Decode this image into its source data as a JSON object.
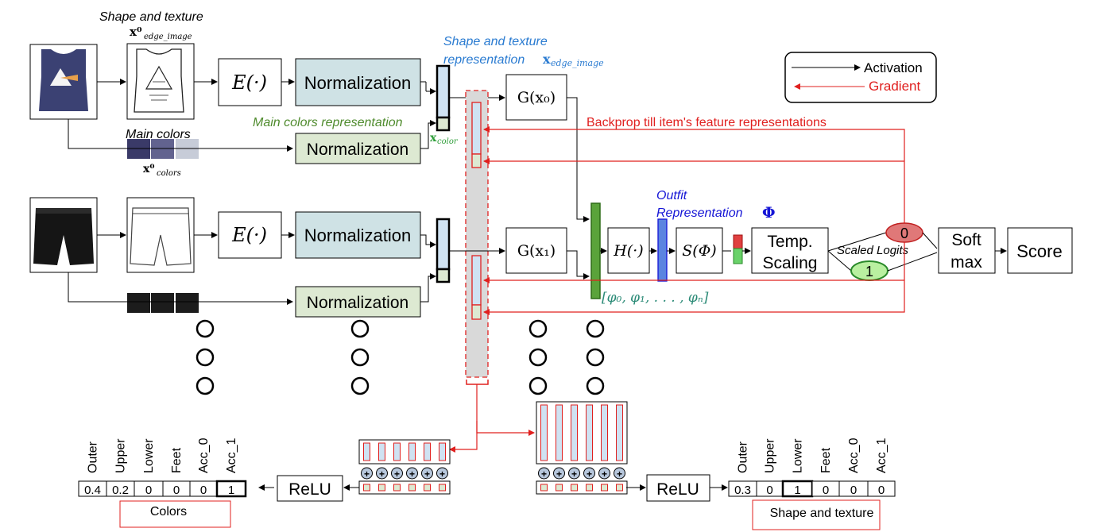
{
  "legend": {
    "activation": "Activation",
    "gradient": "Gradient"
  },
  "top_item": {
    "shape_texture_caption": "Shape and texture",
    "edge_image_symbol": "x⁰",
    "edge_image_subscript": "edge_image",
    "encoder": "E(·)",
    "normalization": "Normalization",
    "main_colors_caption": "Main colors",
    "colors_symbol": "x⁰",
    "colors_subscript": "colors",
    "color_swatches": [
      "#3a3a68",
      "#62638f",
      "#c7ccd8"
    ],
    "main_colors_representation": "Main colors  representation",
    "color_rep_symbol": "x",
    "color_rep_subscript": "color",
    "generator": "G(x₀)"
  },
  "shape_texture_rep": {
    "line1": "Shape and texture",
    "line2_text": "representation",
    "symbol": "x",
    "subscript": "edge_image"
  },
  "bottom_item": {
    "encoder": "E(·)",
    "normalization": "Normalization",
    "color_swatches": [
      "#1c1c1c",
      "#1c1c1c",
      "#1c1c1c"
    ],
    "generator": "G(x₁)"
  },
  "outfit": {
    "caption_line1": "Outfit",
    "caption_line2": "Representation",
    "symbol": "Φ",
    "phi_list": "[φ₀, φ₁, . . . , φₙ]",
    "h_block": "H(·)",
    "s_block": "S(Φ)",
    "temp_scaling": [
      "Temp.",
      "Scaling"
    ],
    "scaled_logits": "Scaled Logits",
    "logit_0": "0",
    "logit_1": "1",
    "softmax": [
      "Soft",
      "max"
    ],
    "score": "Score"
  },
  "backprop_label": "Backprop till item's feature representations",
  "colors_panel": {
    "headers": [
      "Outer",
      "Upper",
      "Lower",
      "Feet",
      "Acc_0",
      "Acc_1"
    ],
    "values": [
      "0.4",
      "0.2",
      "0",
      "0",
      "0",
      "1"
    ],
    "relu": "ReLU",
    "caption": "Colors"
  },
  "shape_panel": {
    "headers": [
      "Outer",
      "Upper",
      "Lower",
      "Feet",
      "Acc_0",
      "Acc_1"
    ],
    "values": [
      "0.3",
      "0",
      "1",
      "0",
      "0",
      "0"
    ],
    "relu": "ReLU",
    "caption": "Shape and texture"
  },
  "colors": {
    "encoder_fill": "#cfe2e5",
    "color_fill": "#dde9d2",
    "activation": "#000000",
    "gradient": "#e0201f",
    "rep_blue": "#2a7bd1",
    "rep_green": "#4f8b2d",
    "outfit_blue": "#1515d6",
    "phi_teal": "#2a8a76",
    "bar_green": "#5aa33a",
    "logit_red": "#e07878",
    "logit_green": "#b9f0a0"
  }
}
